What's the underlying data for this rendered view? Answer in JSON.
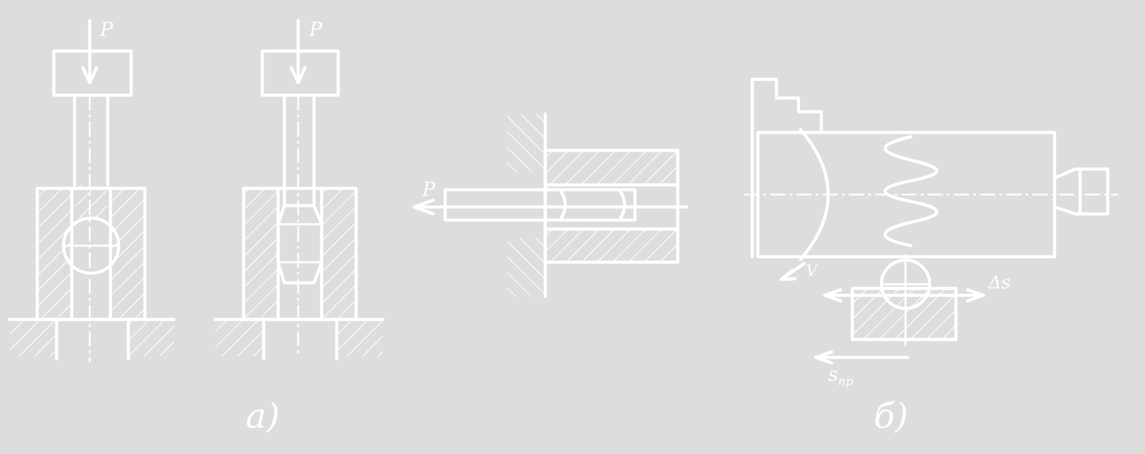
{
  "colors": {
    "background": "#dddddd",
    "ink": "#ffffff"
  },
  "labels": {
    "force_1": "P",
    "force_2": "P",
    "force_3": "P",
    "speed": "V",
    "delta": "Δs",
    "feed": "s",
    "feed_sub": "пр"
  },
  "captions": {
    "a": "а)",
    "b": "б)"
  }
}
